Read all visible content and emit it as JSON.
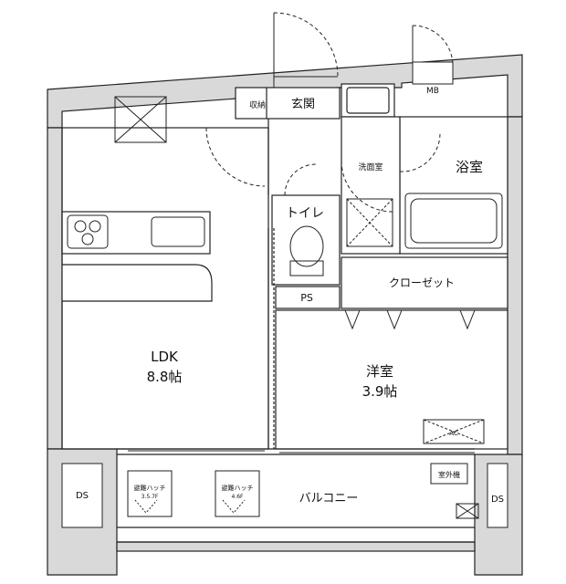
{
  "rooms": {
    "ldk_name": "LDK",
    "ldk_size": "8.8帖",
    "western_name": "洋室",
    "western_size": "3.9帖",
    "bathroom": "浴室",
    "toilet": "トイレ",
    "washroom": "洗面室",
    "entrance": "玄関",
    "storage": "収納",
    "closet": "クローゼット",
    "balcony": "バルコニー"
  },
  "equipment": {
    "mb": "MB",
    "ps": "PS",
    "ds_left": "DS",
    "ds_right": "DS",
    "ac": "AC",
    "outdoor_unit": "室外機",
    "hatch_left_title": "避難ハッチ",
    "hatch_left_dims": "3.5.7F",
    "hatch_right_title": "避難ハッチ",
    "hatch_right_dims": "4.6F"
  },
  "colors": {
    "wall": "#d9d9d9",
    "line": "#222222",
    "background": "#ffffff"
  }
}
